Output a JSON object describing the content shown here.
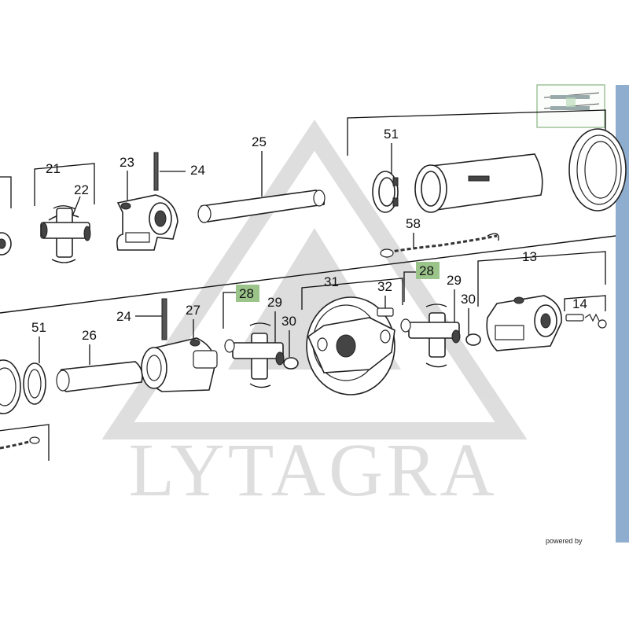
{
  "watermark": {
    "brand": "LYTAGRA"
  },
  "footer": {
    "powered_by": "powered by"
  },
  "callouts": {
    "p21": "21",
    "p22": "22",
    "p23": "23",
    "p24_top": "24",
    "p25": "25",
    "p51_top": "51",
    "p58": "58",
    "p13": "13",
    "p14": "14",
    "p28_left": "28",
    "p28_right": "28",
    "p29_left": "29",
    "p29_right": "29",
    "p30_left": "30",
    "p30_right": "30",
    "p31": "31",
    "p32": "32",
    "p24_bottom": "24",
    "p27": "27",
    "p26": "26",
    "p51_bottom": "51"
  },
  "colors": {
    "highlight": "#9bc48a",
    "frame_right": "#8faecf",
    "thumbnail_border": "#9fc39a"
  }
}
